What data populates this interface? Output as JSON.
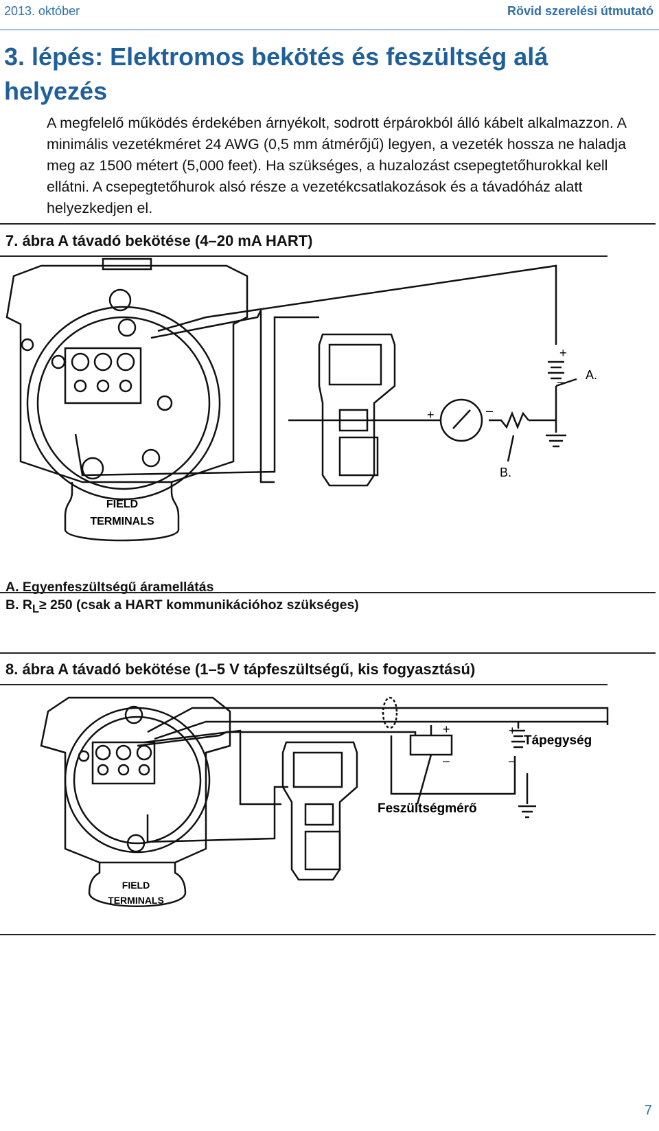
{
  "header": {
    "date": "2013. október",
    "doc_title": "Rövid szerelési útmutató"
  },
  "section_title": "3. lépés: Elektromos bekötés és feszültség alá helyezés",
  "body_text": "A megfelelő működés érdekében árnyékolt, sodrott érpárokból álló kábelt alkalmazzon. A minimális vezetékméret 24 AWG (0,5 mm átmérőjű) legyen, a vezeték hossza ne haladja meg az 1500 métert (5,000 feet). Ha szükséges, a huzalozást csepegtetőhurokkal kell ellátni. A csepegtetőhurok alsó része a vezetékcsatlakozások és a távadóház alatt helyezkedjen el.",
  "figure7": {
    "caption": "7. ábra  A távadó bekötése (4–20 mA HART)",
    "terminal_label_1": "FIELD",
    "terminal_label_2": "TERMINALS",
    "callout_a": "A.",
    "callout_b": "B.",
    "plus": "+",
    "minus": "–",
    "legend_a": "A. Egyenfeszültségű áramellátás",
    "legend_b_prefix": "B. R",
    "legend_b_sub": "L",
    "legend_b_rest": "≥ 250 (csak a HART kommunikációhoz szükséges)"
  },
  "figure8": {
    "caption": "8. ábra  A távadó bekötése (1–5 V tápfeszültségű, kis fogyasztású)",
    "terminal_label_1": "FIELD",
    "terminal_label_2": "TERMINALS",
    "power_supply_label": "Tápegység",
    "voltmeter_label": "Feszültségmérő",
    "plus": "+",
    "minus": "–"
  },
  "page_number": "7",
  "colors": {
    "accent_blue": "#2f6fa8",
    "title_blue": "#1f5f9a"
  }
}
